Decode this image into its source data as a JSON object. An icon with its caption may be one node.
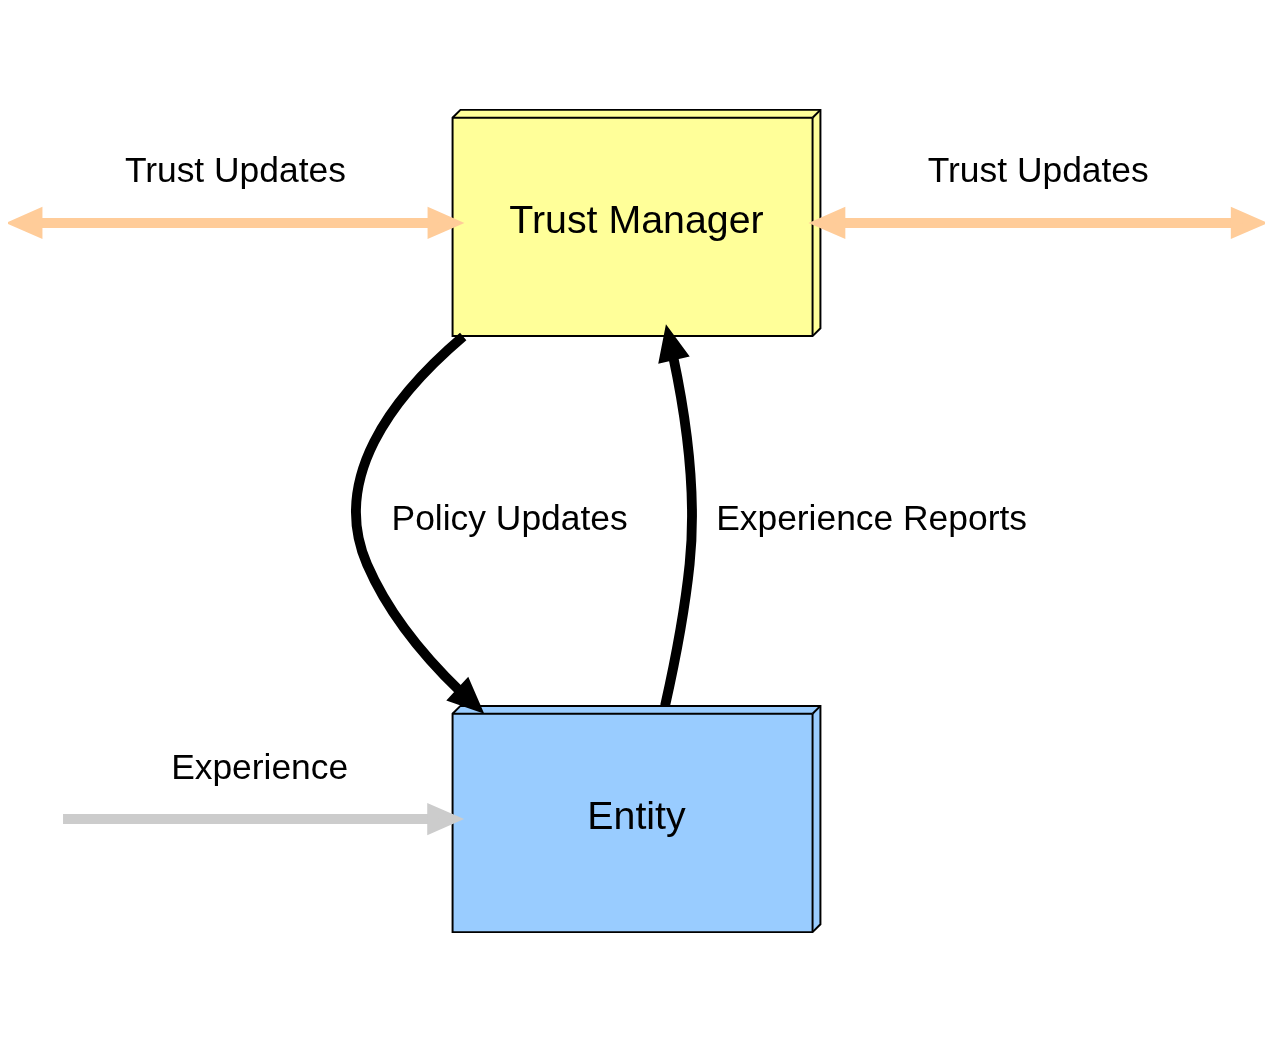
{
  "diagram": {
    "nodes": [
      {
        "text": [
          "Trust Manager"
        ]
      },
      {
        "text": [
          "Entity"
        ]
      }
    ],
    "edges": [
      {
        "from": 1,
        "to": 0,
        "arrow": "to",
        "label": "Experience Reports"
      },
      {
        "from": 0,
        "to": 1,
        "arrow": "to",
        "label": "Policy Updates"
      },
      {
        "from": null,
        "to": 0,
        "arrow": "both",
        "label": "Trust Updates",
        "color": "#ffcc99"
      },
      {
        "from": 0,
        "to": null,
        "arrow": "both",
        "label": "Trust Updates",
        "color": "#ffcc99"
      },
      {
        "from": null,
        "to": 1,
        "arrow": "to",
        "label": "Experience",
        "color": "#cccccc"
      }
    ]
  }
}
